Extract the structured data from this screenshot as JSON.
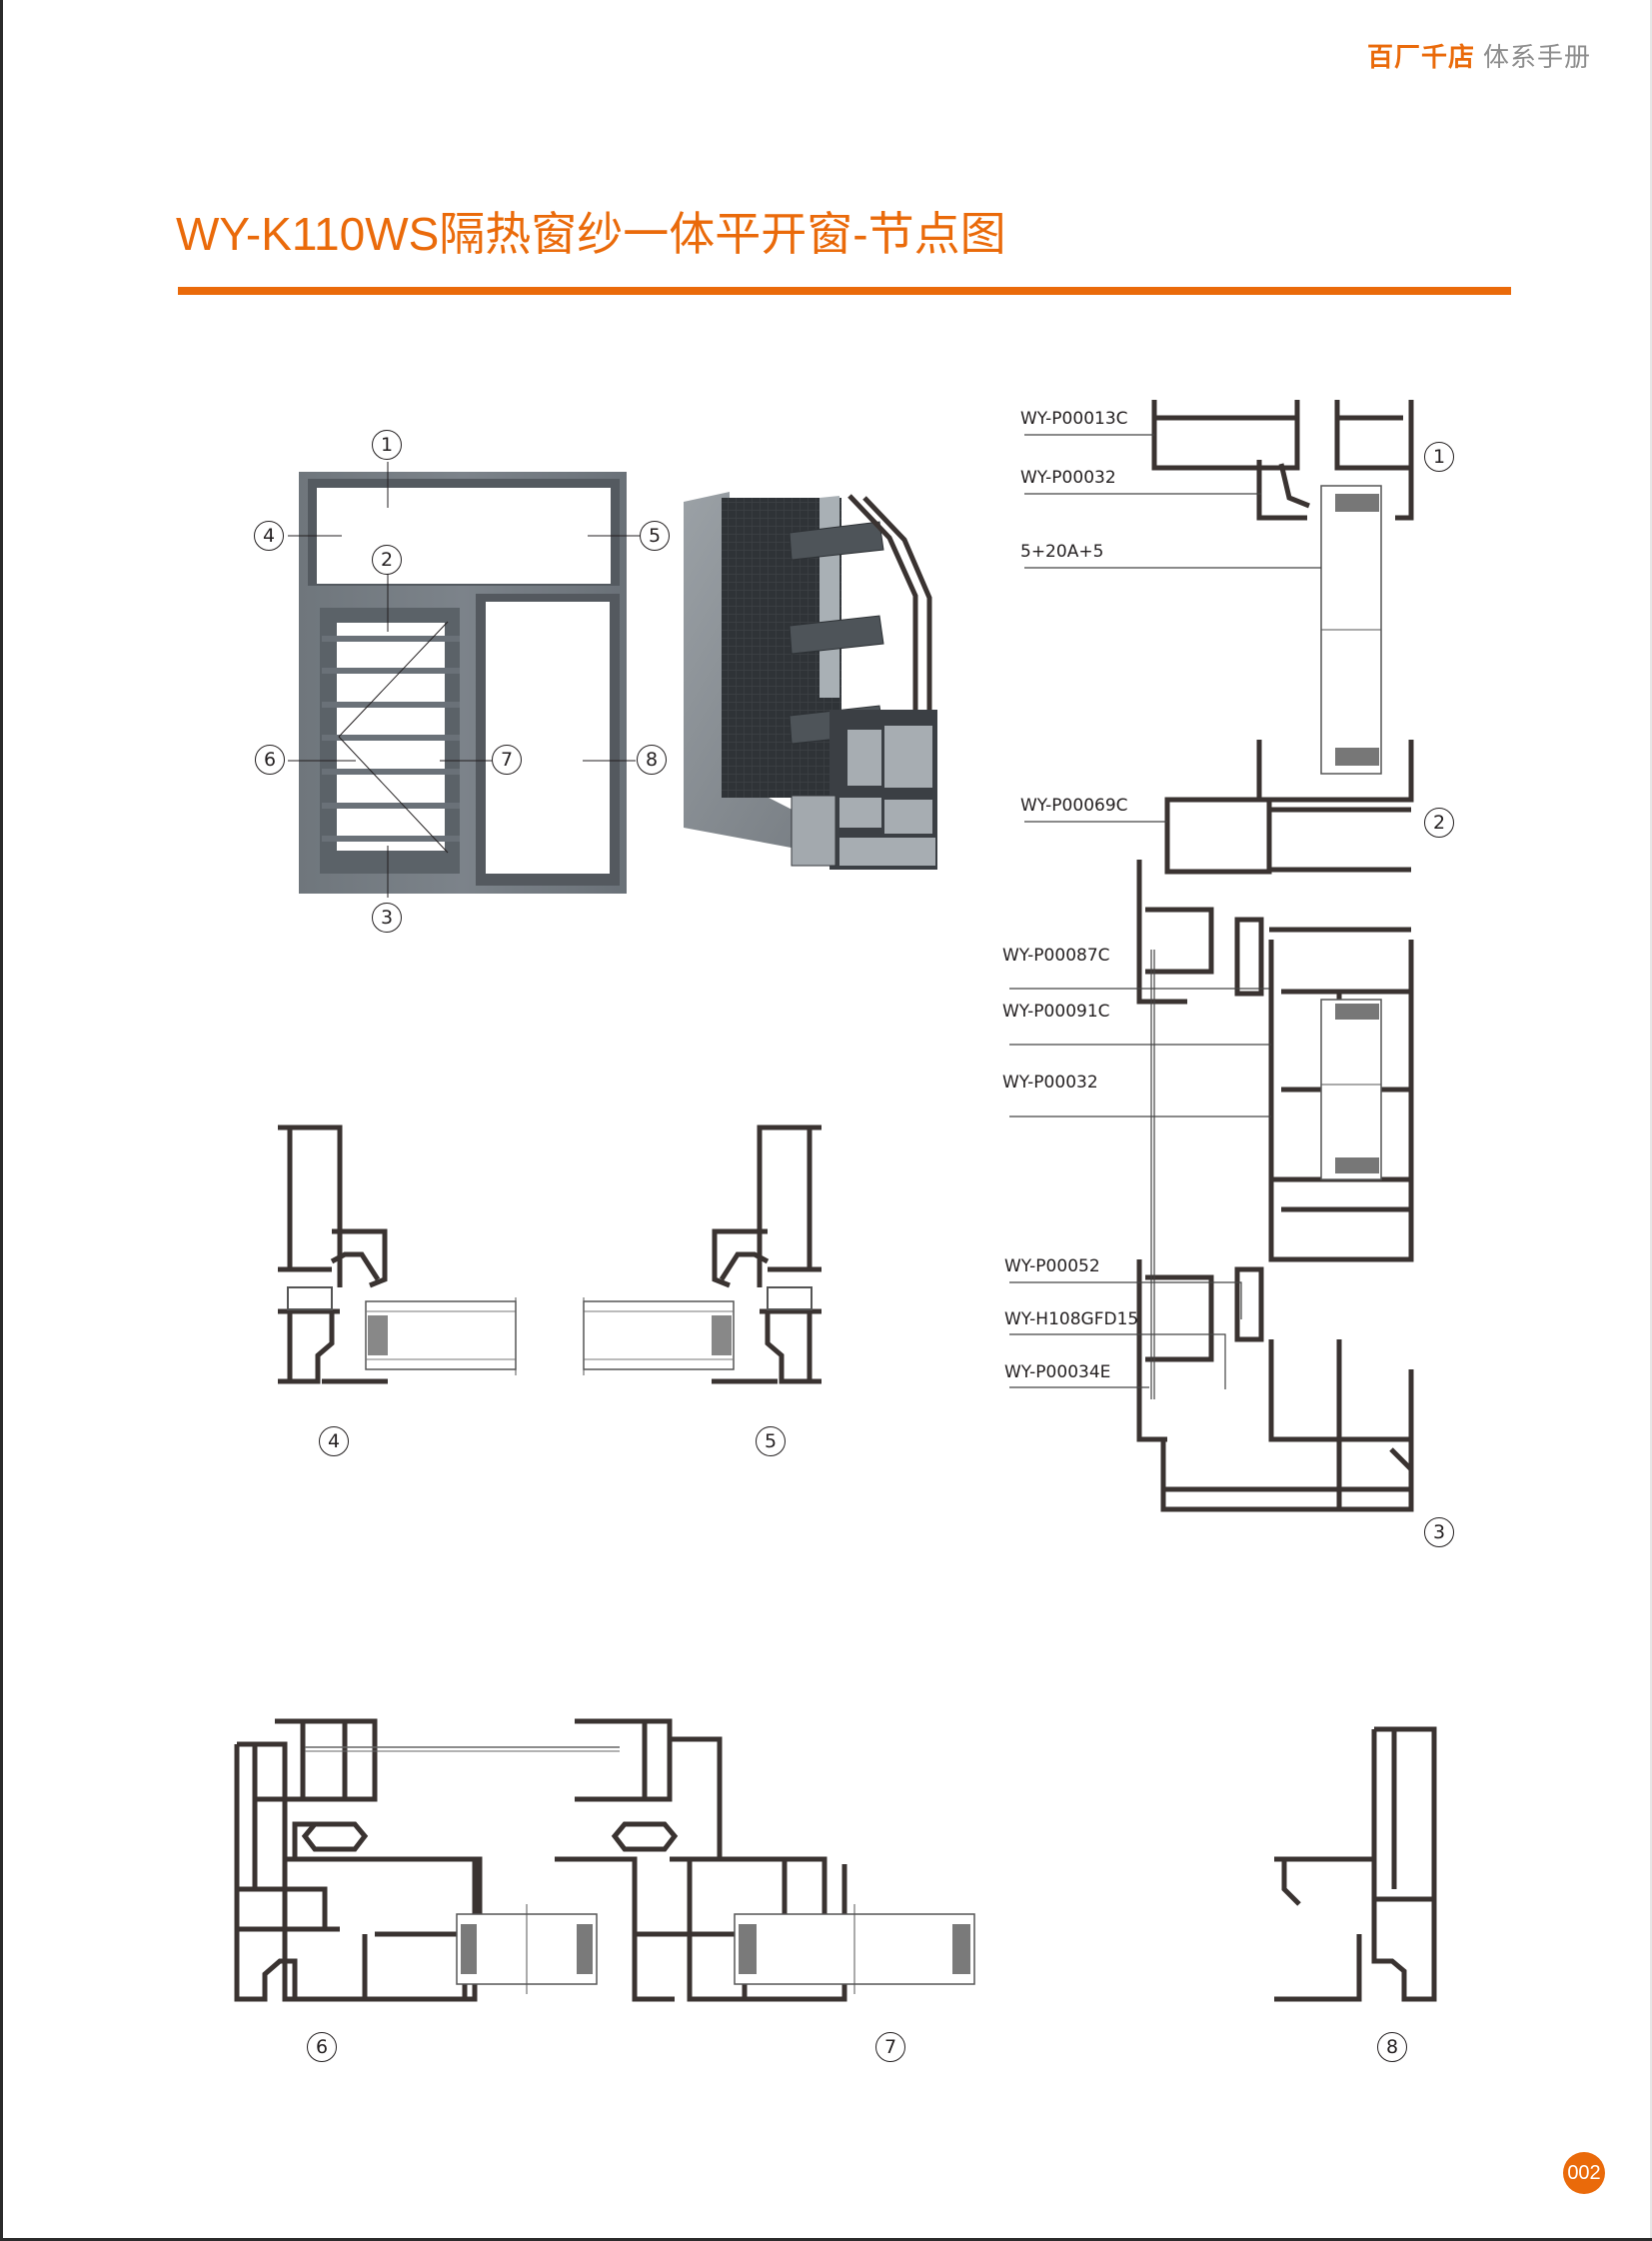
{
  "header": {
    "brand_primary": "百厂千店",
    "brand_secondary": "体系手册"
  },
  "title": "WY-K110WS隔热窗纱一体平开窗-节点图",
  "colors": {
    "accent": "#ea6a0a",
    "profile_dark": "#3a3331",
    "frame_gray": "#6c737a",
    "text": "#231f20",
    "muted": "#8d8d8d"
  },
  "elevation": {
    "markers": [
      "1",
      "2",
      "3",
      "4",
      "5",
      "6",
      "7",
      "8"
    ]
  },
  "vertical_section": {
    "labels": [
      "WY-P00013C",
      "WY-P00032",
      "5+20A+5",
      "WY-P00069C",
      "WY-P00087C",
      "WY-P00091C",
      "WY-P00032",
      "WY-P00052",
      "WY-H108GFD15",
      "WY-P00034E"
    ],
    "markers": [
      "1",
      "2",
      "3"
    ]
  },
  "side_sections": {
    "markers": [
      "4",
      "5"
    ]
  },
  "horizontal_section": {
    "markers": [
      "6",
      "7",
      "8"
    ]
  },
  "footer": {
    "page_number": "002"
  }
}
